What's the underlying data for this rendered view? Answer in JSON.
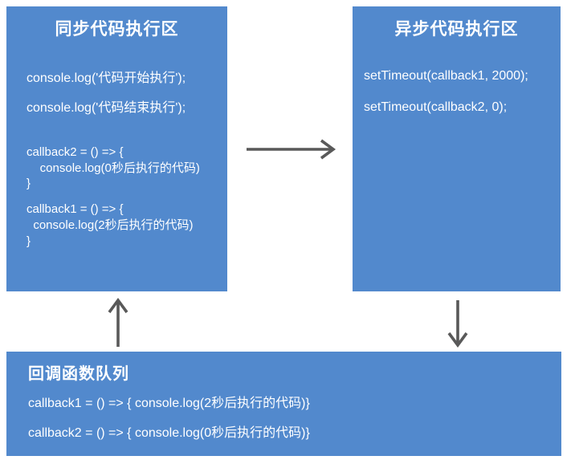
{
  "colors": {
    "box_fill": "#5289CD",
    "arrow_color": "#595959",
    "text_color": "#FFFFFF",
    "bg_color": "#FFFFFF"
  },
  "sync_box": {
    "title": "同步代码执行区",
    "lines": [
      "console.log('代码开始执行');",
      "console.log('代码结束执行');",
      "callback2 = () => {",
      "    console.log(0秒后执行的代码)",
      "}",
      "callback1 = () => {",
      "  console.log(2秒后执行的代码)",
      "}"
    ]
  },
  "async_box": {
    "title": "异步代码执行区",
    "lines": [
      "setTimeout(callback1, 2000);",
      "setTimeout(callback2, 0);"
    ]
  },
  "queue_box": {
    "title": "回调函数队列",
    "lines": [
      "callback1 = () => { console.log(2秒后执行的代码)}",
      "callback2 = () => { console.log(0秒后执行的代码)}"
    ]
  },
  "arrows": [
    {
      "name": "sync-to-async",
      "direction": "right"
    },
    {
      "name": "async-to-queue",
      "direction": "down"
    },
    {
      "name": "queue-to-sync",
      "direction": "up"
    }
  ]
}
